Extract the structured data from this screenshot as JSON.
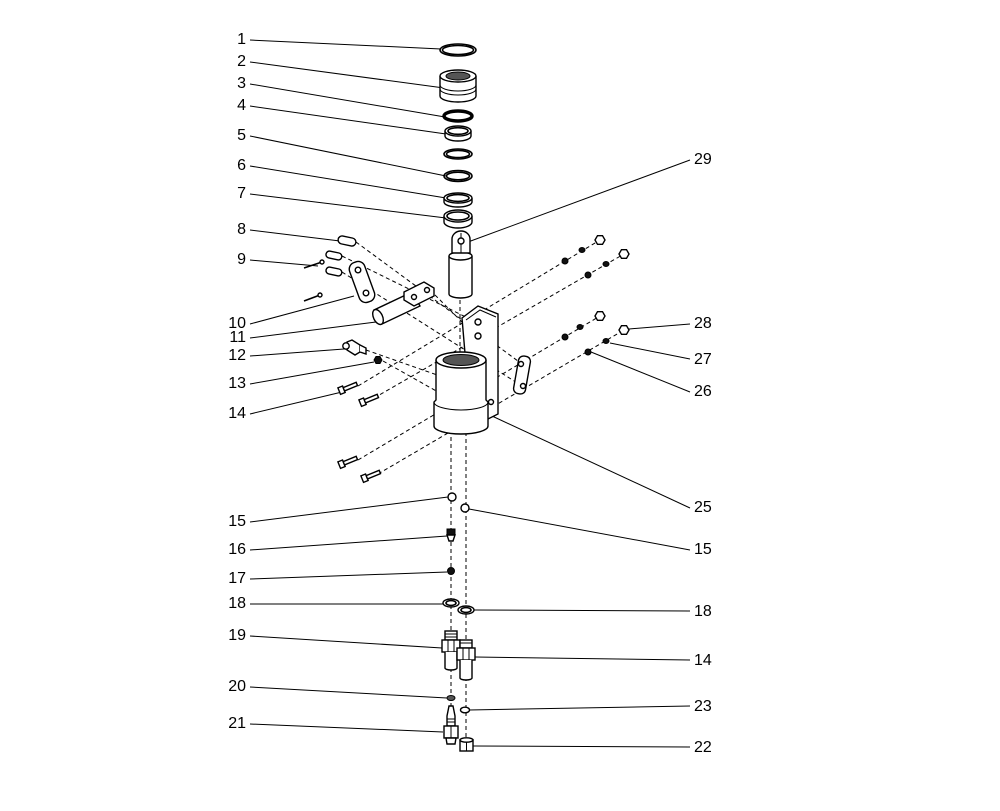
{
  "callouts_left": [
    "1",
    "2",
    "3",
    "4",
    "5",
    "6",
    "7",
    "8",
    "9",
    "10",
    "11",
    "12",
    "13",
    "14",
    "15",
    "16",
    "17",
    "18",
    "19",
    "20",
    "21"
  ],
  "callouts_right": [
    "29",
    "28",
    "27",
    "26",
    "25",
    "15",
    "18",
    "14",
    "23",
    "22"
  ]
}
